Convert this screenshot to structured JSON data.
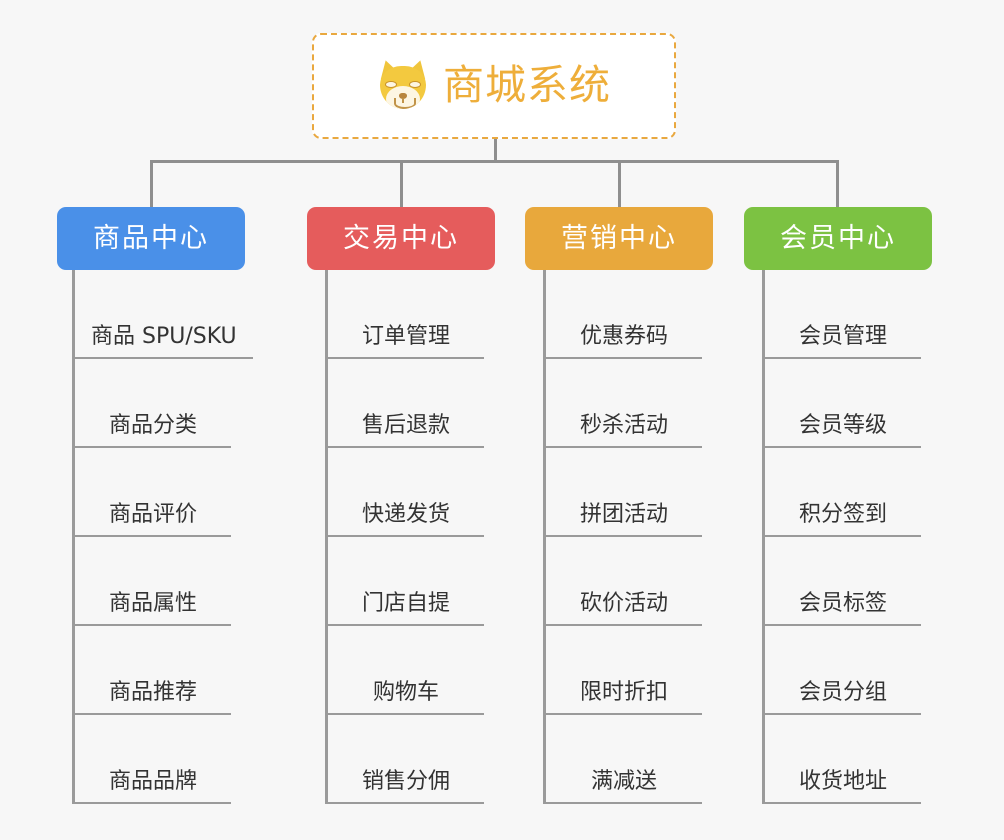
{
  "diagram": {
    "title": "商城系统",
    "background_color": "#f7f7f7",
    "connector_color": "#9a9a9a"
  },
  "root": {
    "label": "商城系统",
    "icon": "shiba-dog-emoji",
    "text_color": "#eeae3a",
    "border_color": "#e9a83f",
    "background": "#ffffff"
  },
  "categories": [
    {
      "label": "商品中心",
      "color": "#4a90e8",
      "items": [
        "商品 SPU/SKU",
        "商品分类",
        "商品评价",
        "商品属性",
        "商品推荐",
        "商品品牌"
      ]
    },
    {
      "label": "交易中心",
      "color": "#e55c5c",
      "items": [
        "订单管理",
        "售后退款",
        "快递发货",
        "门店自提",
        "购物车",
        "销售分佣"
      ]
    },
    {
      "label": "营销中心",
      "color": "#e8a83c",
      "items": [
        "优惠券码",
        "秒杀活动",
        "拼团活动",
        "砍价活动",
        "限时折扣",
        "满减送"
      ]
    },
    {
      "label": "会员中心",
      "color": "#7cc242",
      "items": [
        "会员管理",
        "会员等级",
        "积分签到",
        "会员标签",
        "会员分组",
        "收货地址"
      ]
    }
  ]
}
